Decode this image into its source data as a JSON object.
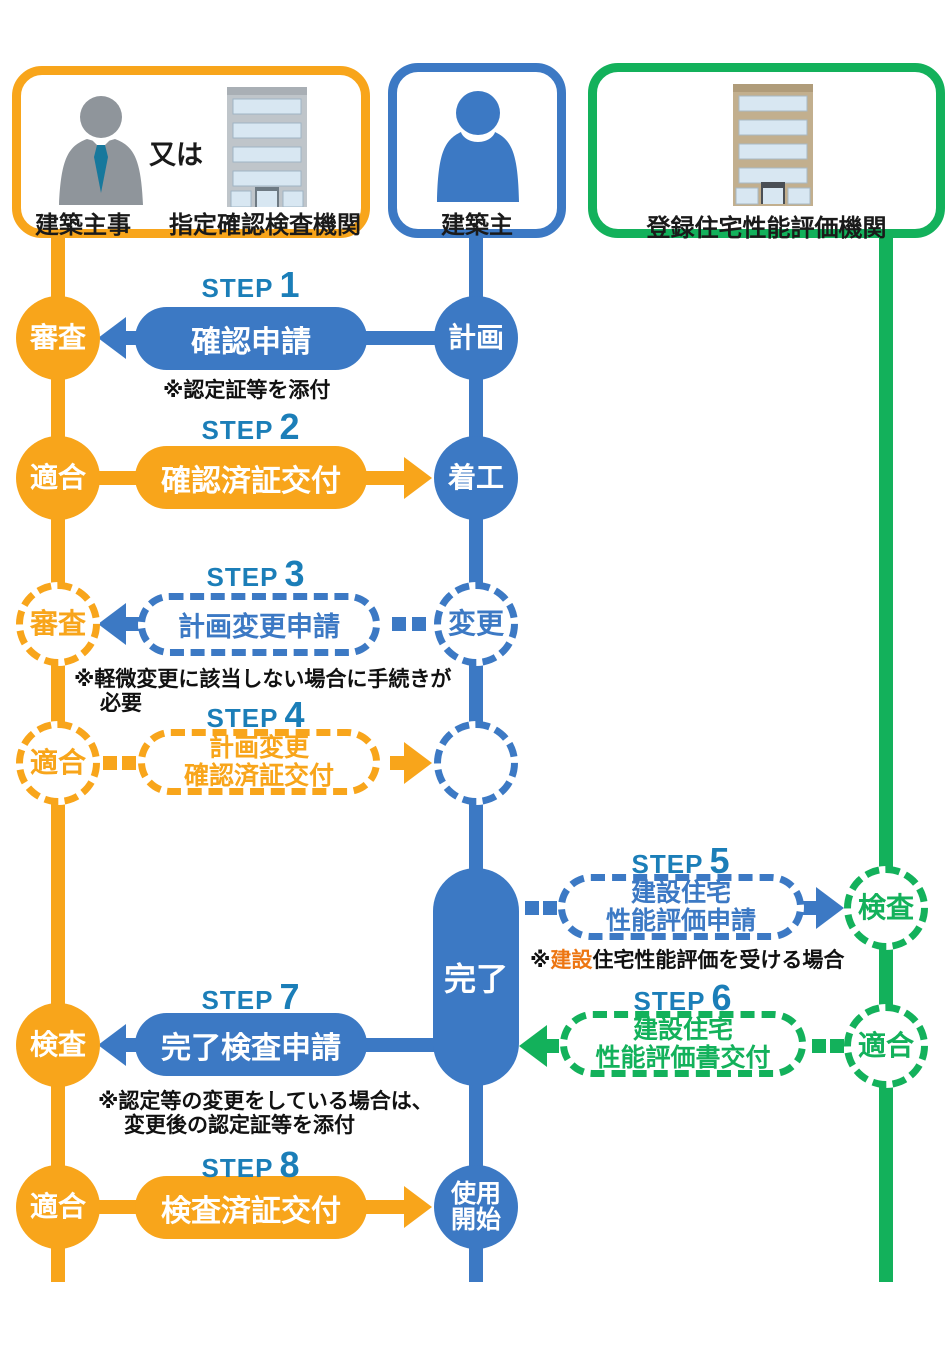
{
  "palette": {
    "orange": "#F8A51B",
    "blue": "#3C79C4",
    "green": "#13B15B",
    "step_label_blue": "#1B7EB8",
    "note_highlight_orange": "#ED7612"
  },
  "icons": {
    "left_person": "businessperson-icon",
    "left_org": "building-icon",
    "middle_person": "person-icon",
    "right_org": "building-icon"
  },
  "actors": {
    "left": {
      "person_label": "建築主事",
      "or_text": "又は",
      "org_label": "指定確認検査機関"
    },
    "middle": {
      "label": "建築主"
    },
    "right": {
      "label": "登録住宅性能評価機関"
    }
  },
  "nodes": {
    "review1": "審査",
    "plan": "計画",
    "pass2": "適合",
    "start_construction": "着工",
    "review3": "審査",
    "change": "変更",
    "pass4": "適合",
    "empty": "",
    "complete": "完了",
    "inspect5": "検査",
    "pass6": "適合",
    "inspect7": "検査",
    "pass8": "適合",
    "use_line1": "使用",
    "use_line2": "開始"
  },
  "steps": [
    {
      "prefix": "STEP",
      "number": "1",
      "pill": "確認申請",
      "note": "※認定証等を添付"
    },
    {
      "prefix": "STEP",
      "number": "2",
      "pill": "確認済証交付"
    },
    {
      "prefix": "STEP",
      "number": "3",
      "pill": "計画変更申請",
      "note_line1": "※軽微変更に該当しない場合に手続きが",
      "note_line2": "必要"
    },
    {
      "prefix": "STEP",
      "number": "4",
      "pill_line1": "計画変更",
      "pill_line2": "確認済証交付"
    },
    {
      "prefix": "STEP",
      "number": "5",
      "pill_line1": "建設住宅",
      "pill_line2": "性能評価申請",
      "note_prefix": "※",
      "note_highlight": "建設",
      "note_rest": "住宅性能評価を受ける場合"
    },
    {
      "prefix": "STEP",
      "number": "6",
      "pill_line1": "建設住宅",
      "pill_line2": "性能評価書交付"
    },
    {
      "prefix": "STEP",
      "number": "7",
      "pill": "完了検査申請",
      "note_line1": "※認定等の変更をしている場合は、",
      "note_line2": "変更後の認定証等を添付"
    },
    {
      "prefix": "STEP",
      "number": "8",
      "pill": "検査済証交付"
    }
  ]
}
